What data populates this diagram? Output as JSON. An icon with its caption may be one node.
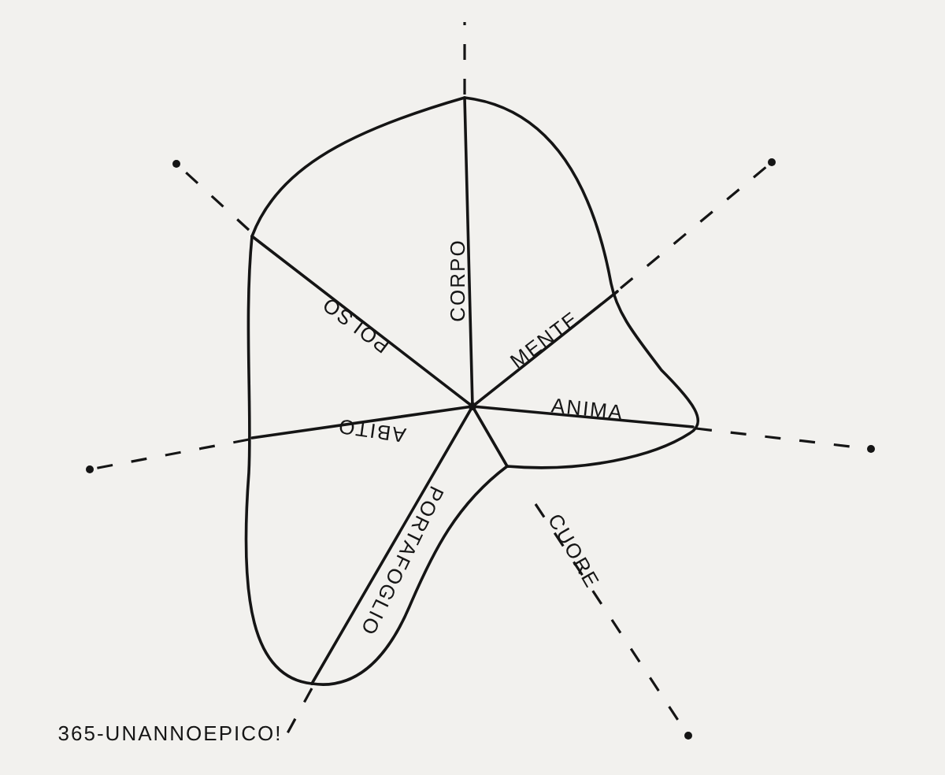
{
  "diagram": {
    "labels": [
      "CORPO",
      "POLSO",
      "MENTE",
      "ANIMA",
      "ABITO",
      "PORTAFOGLIO",
      "CUORE",
      "365-UNANNOEPICO!"
    ]
  }
}
